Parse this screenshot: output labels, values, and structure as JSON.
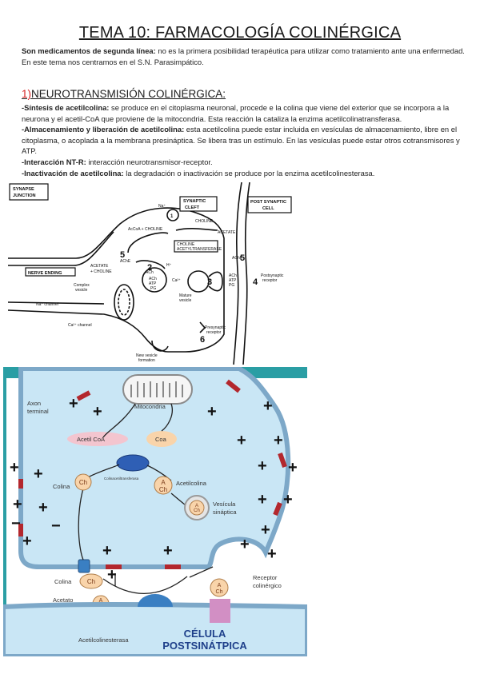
{
  "title": "TEMA 10: FARMACOLOGÍA COLINÉRGICA",
  "intro": {
    "bold": "Son medicamentos de segunda línea:",
    "text": " no es la primera posibilidad terapéutica para utilizar como tratamiento ante una enfermedad. En este tema nos centramos en el S.N. Parasimpático."
  },
  "section": {
    "number": "1)",
    "title": "NEUROTRANSMISIÓN COLINÉRGICA:"
  },
  "bullets": [
    {
      "bold": "-Síntesis de acetilcolina:",
      "text": " se produce en el citoplasma neuronal, procede e la colina que viene del exterior que se incorpora a la neurona y el acetil-CoA que proviene de la mitocondria. Esta reacción la cataliza la enzima acetilcolinatransferasa."
    },
    {
      "bold": "-Almacenamiento y liberación de acetilcolina:",
      "text": " esta acetilcolina puede estar incluida en vesículas de almacenamiento, libre en el citoplasma, o acoplada a la membrana presináptica. Se libera tras un estímulo. En las vesículas puede estar otros cotransmisores y ATP."
    },
    {
      "bold": "-Interacción NT-R:",
      "text": " interacción neurotransmisor-receptor."
    },
    {
      "bold": "-Inactivación de acetilcolina:",
      "text": " la degradación o inactivación se produce por la enzima acetilcolinesterasa."
    }
  ],
  "figure1": {
    "synapse_junction_1": "SYNAPSE",
    "synapse_junction_2": "JUNCTION",
    "synaptic_cleft_1": "SYNAPTIC",
    "synaptic_cleft_2": "CLEFT",
    "post_synaptic_1": "POST SYNAPTIC",
    "post_synaptic_2": "CELL",
    "nerve_ending": "NERVE ENDING",
    "na": "Na⁺",
    "accoa_choline": "AcCoA + CHOLINE",
    "choline": "CHOLINE",
    "acetate": "ACETATE",
    "chat_1": "CHOLINE",
    "chat_2": "ACETYLTRANSFERASE",
    "ache": "AChE",
    "acetate_choline_1": "ACETATE",
    "acetate_choline_2": "+ CHOLINE",
    "ach": "ACh",
    "hplus": "H⁺",
    "ach_atp_pg_1": "ACh",
    "ach_atp_pg_2": "ATP",
    "ach_atp_pg_3": "PG",
    "ca": "Ca²⁺",
    "complex_vesicle_1": "Complex",
    "complex_vesicle_2": "vesicle",
    "mature_vesicle_1": "Mature",
    "mature_vesicle_2": "vesicle",
    "na_channel": "Na⁺ channel",
    "ca_channel": "Ca²⁺ channel",
    "new_vesicle_1": "New vesicle",
    "new_vesicle_2": "formation",
    "presynaptic_1": "Presynaptic",
    "presynaptic_2": "receptor",
    "postsynaptic_1": "Postsynaptic",
    "postsynaptic_2": "receptor",
    "n1": "1",
    "n2": "2",
    "n3": "3",
    "n4": "4",
    "n5": "5",
    "n5b": "5",
    "n6": "6"
  },
  "figure2": {
    "axon_1": "Axon",
    "axon_2": "terminal",
    "mitocondria": "Mitocondria",
    "acetil_coa": "Acetil CoA",
    "coa": "Coa",
    "enzyme": "Colinacetiltransferasa",
    "colina": "Colina",
    "acetilcolina": "Acetilcolina",
    "vesicula_1": "Vesícula",
    "vesicula_2": "sináptica",
    "colina2": "Colina",
    "acetato": "Acetato",
    "receptor_1": "Receptor",
    "receptor_2": "colinérgico",
    "acetilcolinesterasa": "Acetilcolinesterasa",
    "celula_1": "CÉLULA",
    "celula_2": "POSTSINÁTPICA",
    "ch": "Ch",
    "a": "A"
  }
}
